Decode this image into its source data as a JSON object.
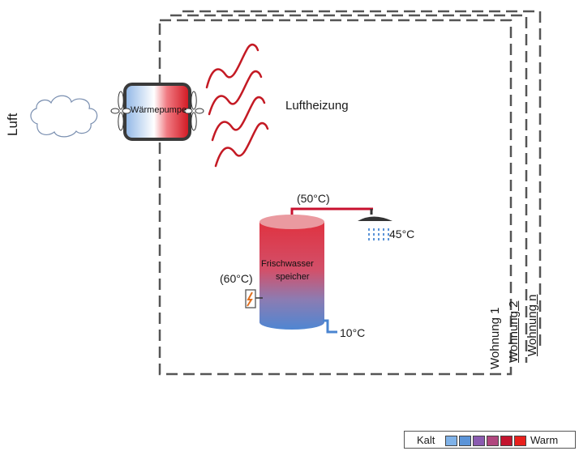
{
  "labels": {
    "luft": "Luft",
    "waermepumpe": "Wärmepumpe",
    "luftheizung": "Luftheizung",
    "supply_temp": "(50°C)",
    "shower_temp": "45°C",
    "storage_line1": "Frischwasser",
    "storage_line2": "speicher",
    "heater_temp": "(60°C)",
    "cold_water_temp": "10°C",
    "wohnung_1": "Wohnung 1",
    "wohnung_2": "Wohnung 2",
    "wohnung_n": "Wohnung n"
  },
  "legend": {
    "cold_label": "Kalt",
    "warm_label": "Warm",
    "swatches": [
      "#7fb2e8",
      "#5b94d8",
      "#8a5bb0",
      "#b0467e",
      "#c3142e",
      "#e8201c"
    ]
  },
  "colors": {
    "cold": "#5b94d8",
    "warm": "#d8202a",
    "boundary": "#555555"
  }
}
